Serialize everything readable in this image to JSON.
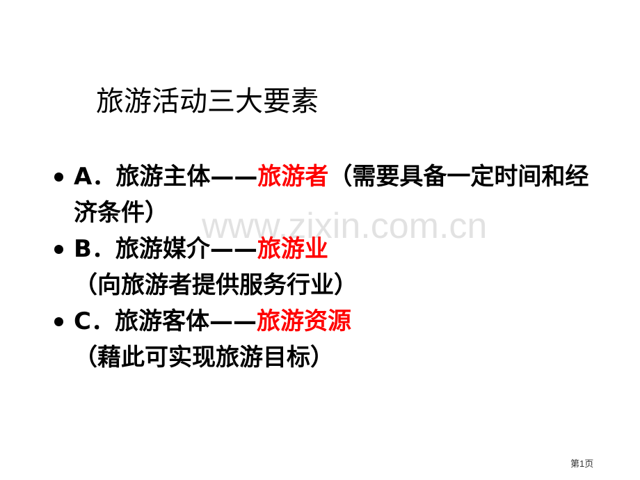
{
  "slide": {
    "title": "旅游活动三大要素",
    "bullets": [
      {
        "label": "A．旅游主体——",
        "highlight": "旅游者",
        "detail": "（需要具备一定时间和经济条件）"
      },
      {
        "label": "B．旅游媒介——",
        "highlight": "旅游业",
        "detail": "（向旅游者提供服务行业）"
      },
      {
        "label": "C．旅游客体——",
        "highlight": "旅游资源",
        "detail": "（藉此可实现旅游目标）"
      }
    ],
    "highlight_color": "#ff0000",
    "watermark": "www.zixin.com.cn",
    "page_number": "第1页"
  }
}
